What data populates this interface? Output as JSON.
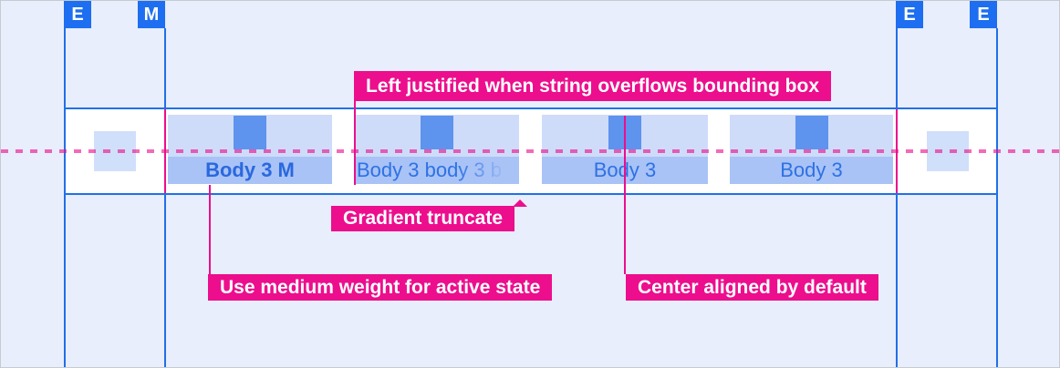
{
  "badges": [
    {
      "label": "E"
    },
    {
      "label": "M"
    },
    {
      "label": "E"
    },
    {
      "label": "E"
    }
  ],
  "tab_bar": {
    "tabs": [
      {
        "label": "Body 3 M",
        "state": "active",
        "align": "center",
        "truncated": false
      },
      {
        "label": "Body 3 body 3 b",
        "state": "default",
        "align": "left",
        "truncated": true
      },
      {
        "label": "Body 3",
        "state": "default",
        "align": "center",
        "truncated": false
      },
      {
        "label": "Body 3",
        "state": "default",
        "align": "center",
        "truncated": false
      }
    ]
  },
  "annotations": [
    {
      "text": "Left justified when string overflows bounding box"
    },
    {
      "text": "Gradient truncate"
    },
    {
      "text": "Use medium weight for active state"
    },
    {
      "text": "Center aligned by default"
    }
  ],
  "icons": {
    "tab_icon_placeholder": "square-icon",
    "edge_item_placeholder": "square-icon"
  },
  "colors": {
    "background": "#E8EEFB",
    "grid_line_blue": "#2070E8",
    "badge_blue": "#1D6EF0",
    "bar_background": "#FFFFFF",
    "tab_background": "#CEDCF9",
    "tab_label_band": "#A9C3F6",
    "icon_blue": "#5E93EE",
    "tab_text_blue": "#2E71E4",
    "tab_text_active_blue": "#2A68DE",
    "annotation_magenta": "#EC0E8D",
    "baseline_pink_dash": "#F369B8",
    "edge_placeholder_blue": "#D0DFFA"
  }
}
